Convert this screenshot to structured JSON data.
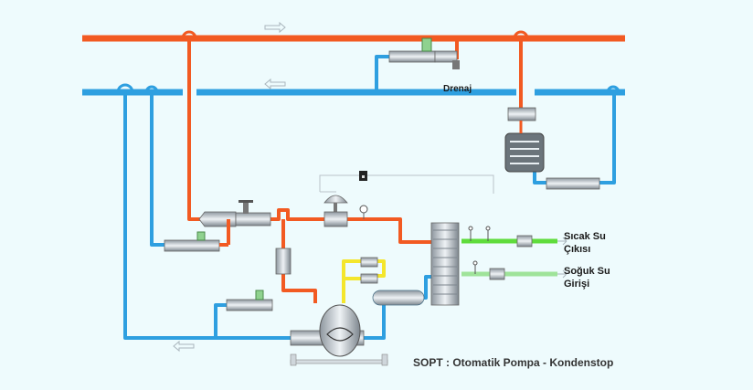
{
  "labels": {
    "drain": "Drenaj",
    "hot_water_1": "Sıcak Su",
    "hot_water_2": "Çıkısı",
    "cold_water_1": "Soğuk Su",
    "cold_water_2": "Girişi",
    "caption": "SOPT : Otomatik Pompa - Kondenstop"
  },
  "colors": {
    "steam": "#f25a22",
    "return": "#2e9fe0",
    "hot": "#5fdc3c",
    "cold": "#9fe39a",
    "flash": "#f4e62c",
    "equipment": "#c9cfd4"
  },
  "icons": [
    "flow-arrow-icon",
    "valve-icon",
    "strainer-icon",
    "steam-trap-icon",
    "pressure-gauge-icon",
    "thermometer-icon",
    "heat-exchanger-icon",
    "unit-heater-icon",
    "pump-trap-icon",
    "flash-tank-icon",
    "control-valve-icon"
  ]
}
